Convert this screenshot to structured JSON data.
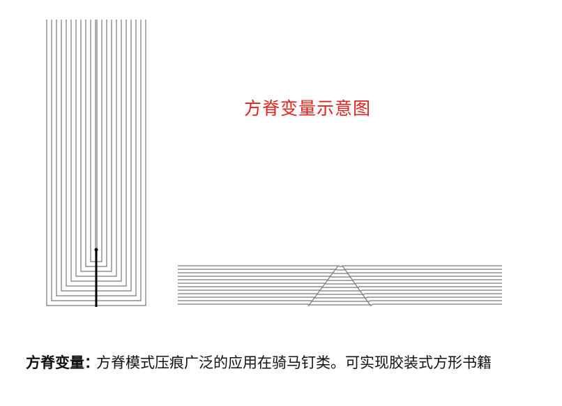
{
  "title": "方脊变量示意图",
  "caption": {
    "label": "方脊变量：",
    "text": "方脊模式压痕广泛的应用在骑马钉类。可实现胶装式方形书籍"
  },
  "colors": {
    "title": "#e3211c",
    "stroke": "#777777",
    "spine": "#000000",
    "text": "#111111"
  }
}
